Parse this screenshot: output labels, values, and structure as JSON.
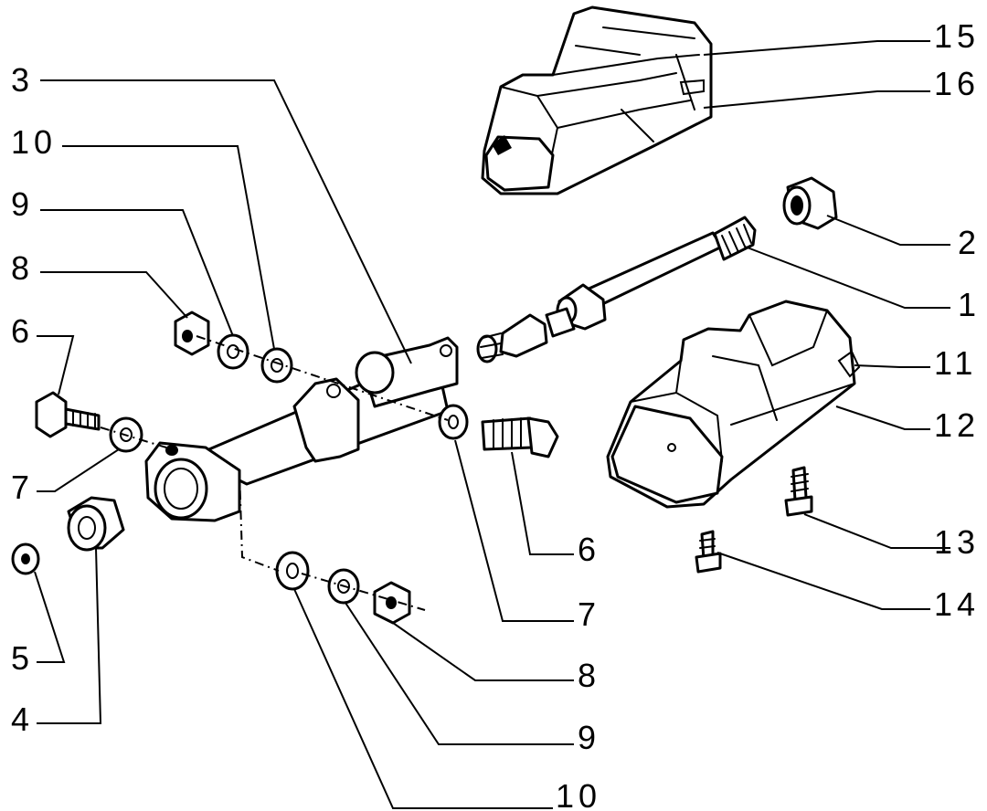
{
  "callouts": [
    {
      "id": "c15",
      "text": "15"
    },
    {
      "id": "c16",
      "text": "16"
    },
    {
      "id": "c3",
      "text": "3"
    },
    {
      "id": "c10a",
      "text": "10"
    },
    {
      "id": "c9a",
      "text": "9"
    },
    {
      "id": "c8a",
      "text": "8"
    },
    {
      "id": "c6a",
      "text": "6"
    },
    {
      "id": "c7a",
      "text": "7"
    },
    {
      "id": "c5",
      "text": "5"
    },
    {
      "id": "c4",
      "text": "4"
    },
    {
      "id": "c2",
      "text": "2"
    },
    {
      "id": "c1",
      "text": "1"
    },
    {
      "id": "c11",
      "text": "11"
    },
    {
      "id": "c12",
      "text": "12"
    },
    {
      "id": "c6b",
      "text": "6"
    },
    {
      "id": "c7b",
      "text": "7"
    },
    {
      "id": "c13",
      "text": "13"
    },
    {
      "id": "c14",
      "text": "14"
    },
    {
      "id": "c8b",
      "text": "8"
    },
    {
      "id": "c9b",
      "text": "9"
    },
    {
      "id": "c10b",
      "text": "10"
    }
  ]
}
